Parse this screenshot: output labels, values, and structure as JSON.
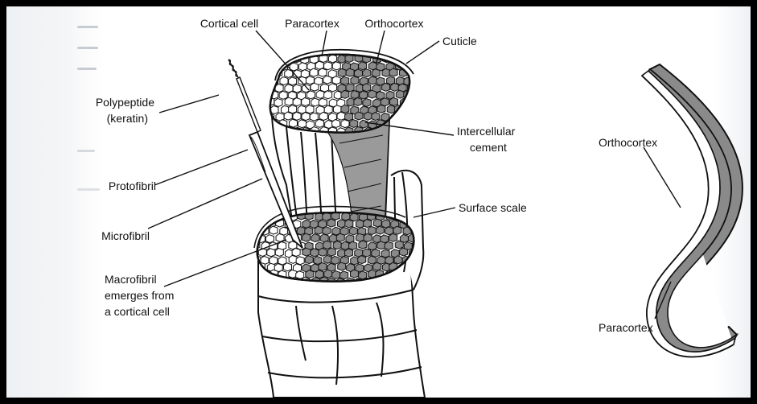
{
  "figure": {
    "labels": {
      "cortical_cell": "Cortical cell",
      "paracortex": "Paracortex",
      "orthocortex": "Orthocortex",
      "cuticle": "Cuticle",
      "polypeptide_line1": "Polypeptide",
      "polypeptide_line2": "(keratin)",
      "protofibril": "Protofibril",
      "microfibril": "Microfibril",
      "macrofibril_line1": "Macrofibril",
      "macrofibril_line2": "emerges from",
      "macrofibril_line3": "a cortical cell",
      "intercellular_line1": "Intercellular",
      "intercellular_line2": "cement",
      "surface_scale": "Surface scale",
      "ribbon_orthocortex": "Orthocortex",
      "ribbon_paracortex": "Paracortex"
    },
    "colors": {
      "ink": "#111111",
      "orthocortex_fill": "#8a8a8a",
      "paracortex_fill": "#ffffff"
    }
  }
}
